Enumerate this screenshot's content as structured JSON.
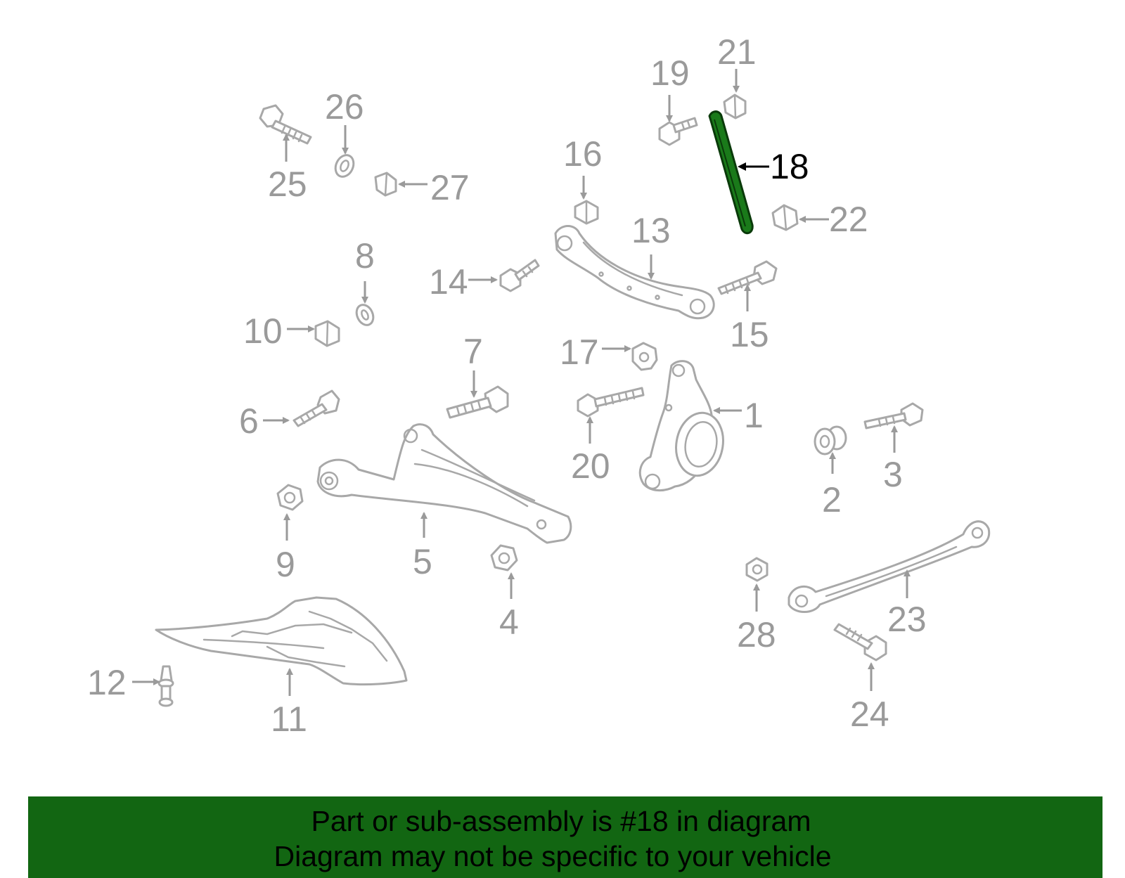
{
  "highlight": {
    "part_number": "18",
    "color": "#126612"
  },
  "callouts": [
    {
      "id": "c1",
      "label": "1"
    },
    {
      "id": "c2",
      "label": "2"
    },
    {
      "id": "c3",
      "label": "3"
    },
    {
      "id": "c4",
      "label": "4"
    },
    {
      "id": "c5",
      "label": "5"
    },
    {
      "id": "c6",
      "label": "6"
    },
    {
      "id": "c7",
      "label": "7"
    },
    {
      "id": "c8",
      "label": "8"
    },
    {
      "id": "c9",
      "label": "9"
    },
    {
      "id": "c10",
      "label": "10"
    },
    {
      "id": "c11",
      "label": "11"
    },
    {
      "id": "c12",
      "label": "12"
    },
    {
      "id": "c13",
      "label": "13"
    },
    {
      "id": "c14",
      "label": "14"
    },
    {
      "id": "c15",
      "label": "15"
    },
    {
      "id": "c16",
      "label": "16"
    },
    {
      "id": "c17",
      "label": "17"
    },
    {
      "id": "c18",
      "label": "18"
    },
    {
      "id": "c19",
      "label": "19"
    },
    {
      "id": "c20",
      "label": "20"
    },
    {
      "id": "c21",
      "label": "21"
    },
    {
      "id": "c22",
      "label": "22"
    },
    {
      "id": "c23",
      "label": "23"
    },
    {
      "id": "c24",
      "label": "24"
    },
    {
      "id": "c25",
      "label": "25"
    },
    {
      "id": "c26",
      "label": "26"
    },
    {
      "id": "c27",
      "label": "27"
    },
    {
      "id": "c28",
      "label": "28"
    }
  ],
  "banner": {
    "line1": "Part or sub-assembly is #18 in diagram",
    "line2": "Diagram may not be specific to your vehicle"
  }
}
